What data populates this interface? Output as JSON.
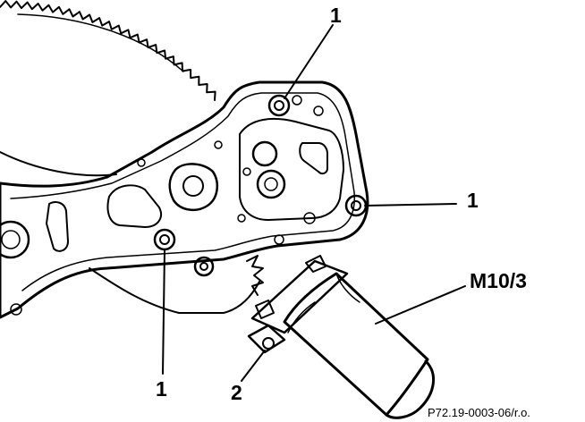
{
  "figure": {
    "callouts": {
      "screw_top": "1",
      "screw_right": "1",
      "screw_bottom": "1",
      "part_2": "2",
      "motor": "M10/3"
    },
    "reference_code": "P72.19-0003-06/r.o.",
    "colors": {
      "ink": "#000000",
      "paper": "#ffffff"
    }
  }
}
